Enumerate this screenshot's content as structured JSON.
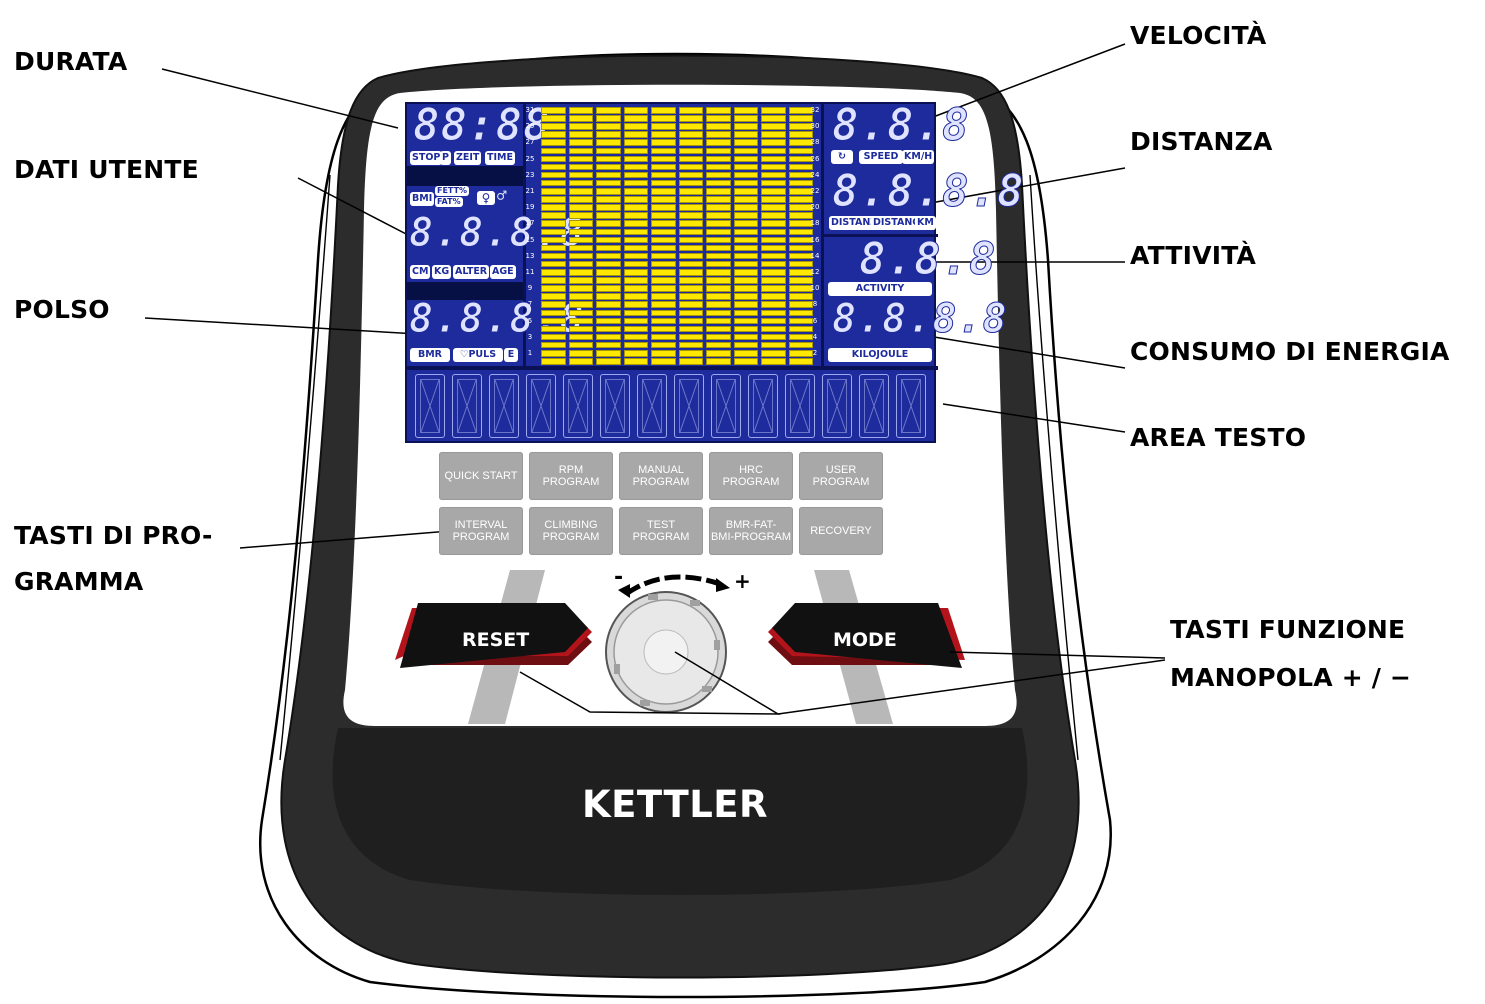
{
  "callouts": {
    "durata": "DURATA",
    "dati_utente": "DATI UTENTE",
    "polso": "POLSO",
    "tasti_programma_1": "TASTI DI PRO-",
    "tasti_programma_2": "GRAMMA",
    "velocita": "VELOCITÀ",
    "distanza": "DISTANZA",
    "attivita": "ATTIVITÀ",
    "consumo": "CONSUMO DI ENERGIA",
    "area_testo": "AREA TESTO",
    "tasti_funzione": "TASTI FUNZIONE",
    "manopola": "MANOPOLA + / −"
  },
  "display": {
    "time_digits": "88:88",
    "time_tags": [
      "STOP",
      "P",
      "ZEIT",
      "TIME"
    ],
    "user_tags_top": [
      "BMI",
      "FETT%",
      "FAT%",
      "♀",
      "♂"
    ],
    "user_digits": "8.8.8.8",
    "user_tags_bottom": [
      "CM",
      "KG",
      "ALTER",
      "AGE"
    ],
    "pulse_digits": "8.8.8.8",
    "pulse_tags": [
      "BMR",
      "♡PULS",
      "E"
    ],
    "speed_digits": "8.8.8",
    "speed_tags": [
      "↻",
      "SPEED",
      "KM/H"
    ],
    "distance_digits": "8.8.8.8",
    "distance_tags": [
      "DISTANZ",
      "DISTANCE",
      "KM"
    ],
    "activity_digits": "8.8.8",
    "activity_tag": "ACTIVITY",
    "energy_digits": "8.8.8.8",
    "energy_tag": "KILOJOULE",
    "left_rows": [
      "31",
      "29",
      "27",
      "25",
      "23",
      "21",
      "19",
      "17",
      "15",
      "13",
      "11",
      "9",
      "7",
      "5",
      "3",
      "1"
    ],
    "right_rows": [
      "32",
      "30",
      "28",
      "26",
      "24",
      "22",
      "20",
      "18",
      "16",
      "14",
      "12",
      "10",
      "8",
      "6",
      "4",
      "2"
    ],
    "bar_columns": 10
  },
  "program_buttons": [
    [
      "QUICK START"
    ],
    [
      "RPM",
      "PROGRAM"
    ],
    [
      "MANUAL",
      "PROGRAM"
    ],
    [
      "HRC",
      "PROGRAM"
    ],
    [
      "USER",
      "PROGRAM"
    ],
    [
      "INTERVAL",
      "PROGRAM"
    ],
    [
      "CLIMBING",
      "PROGRAM"
    ],
    [
      "TEST",
      "PROGRAM"
    ],
    [
      "BMR-FAT-",
      "BMI-PROGRAM"
    ],
    [
      "RECOVERY"
    ]
  ],
  "function_buttons": {
    "reset": "RESET",
    "mode": "MODE"
  },
  "knob": {
    "minus": "-",
    "plus": "+"
  },
  "brand": "KETTLER",
  "colors": {
    "lcd_blue": "#1d2b9c",
    "bar_yellow": "#ffe800",
    "housing_dark": "#2c2c2c",
    "button_grey": "#a8a8a8",
    "accent_red": "#b3141b"
  }
}
